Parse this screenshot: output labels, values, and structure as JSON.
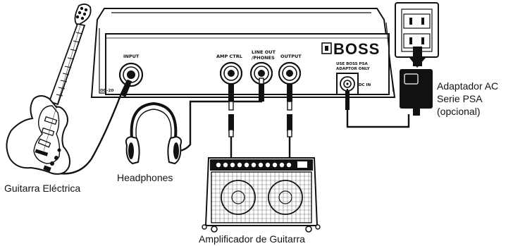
{
  "labels": {
    "guitar": "Guitarra Eléctrica",
    "headphones": "Headphones",
    "amplifier": "Amplificador de Guitarra",
    "adaptor_line1": "Adaptador AC",
    "adaptor_line2": "Serie PSA",
    "adaptor_line3": "(opcional)"
  },
  "panel": {
    "brand": "BOSS",
    "input": "INPUT",
    "amp_ctrl": "AMP CTRL",
    "line_out_1": "LINE OUT",
    "line_out_2": "/PHONES",
    "output": "OUTPUT",
    "psa_1": "USE BOSS PSA",
    "psa_2": "ADAPTOR ONLY",
    "dc_in": "DC IN",
    "model": "OD-20"
  }
}
